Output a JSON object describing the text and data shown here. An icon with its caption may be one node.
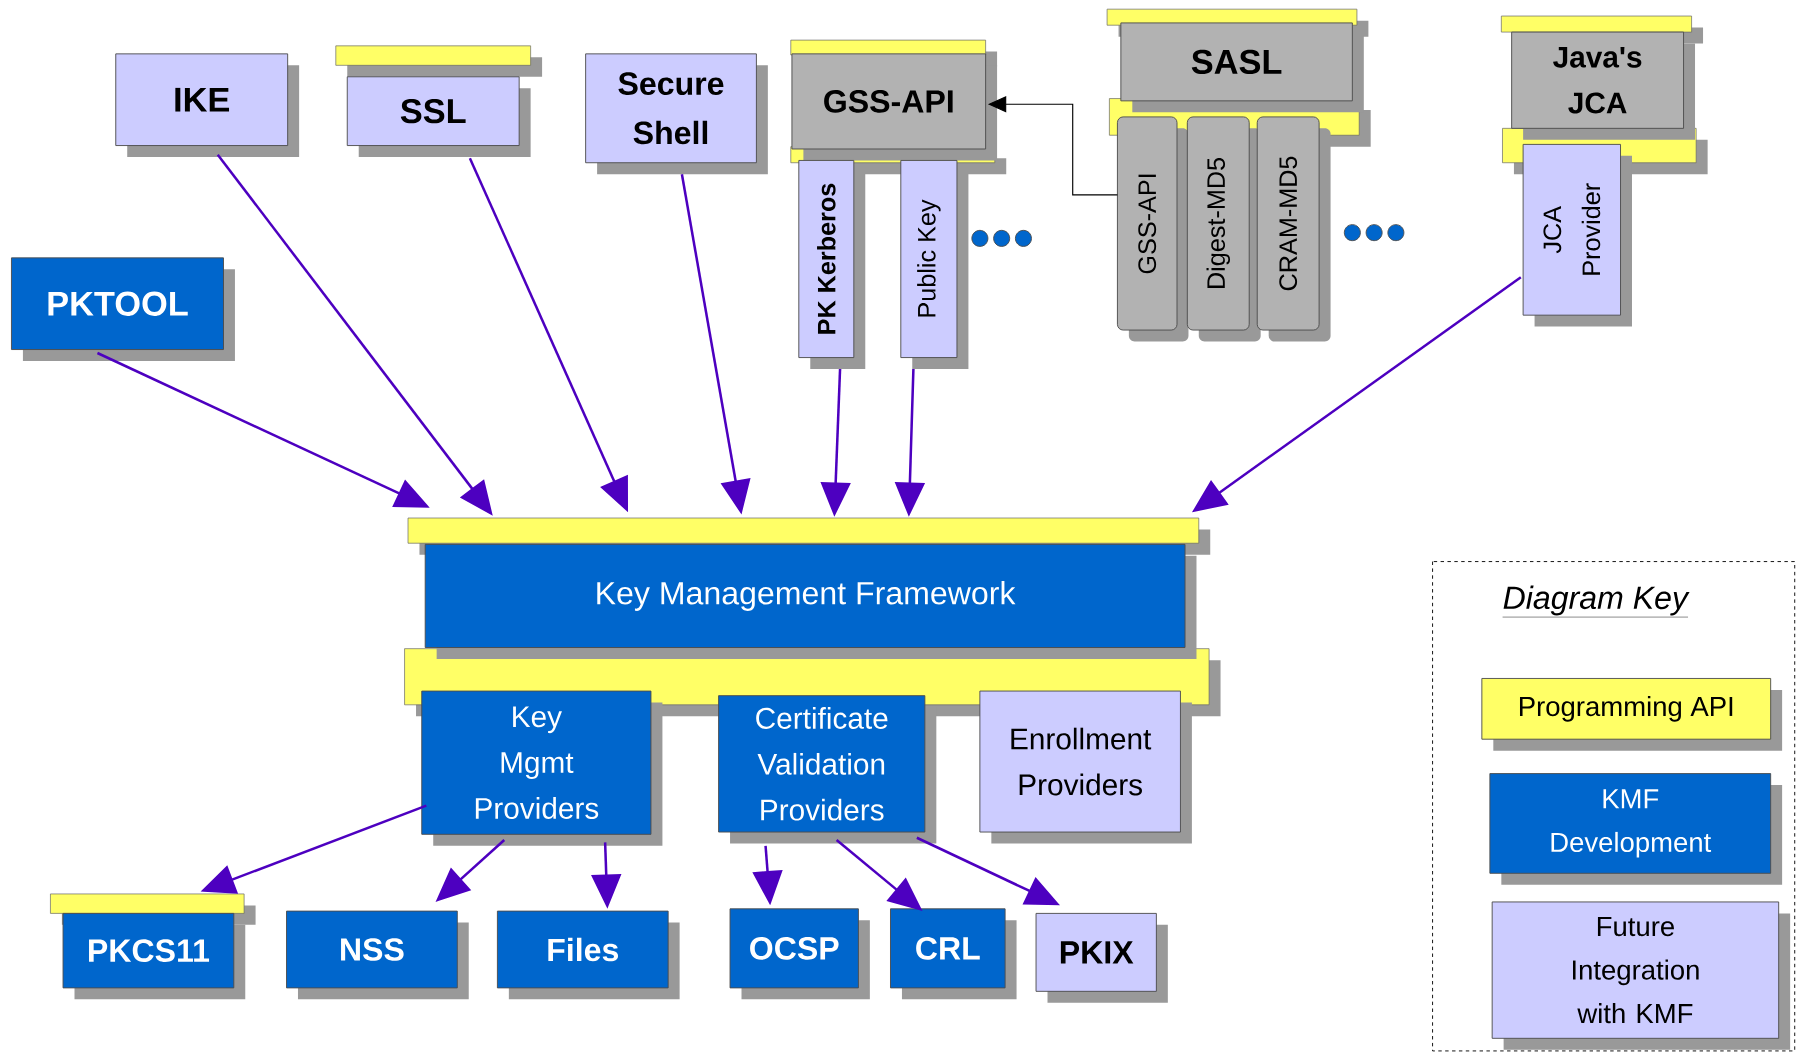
{
  "diagram": {
    "nodes": [
      {
        "text": [
          "IKE"
        ]
      },
      {
        "text": [
          "SSL"
        ]
      },
      {
        "text": [
          "Secure Shell"
        ]
      },
      {
        "text": [
          "GSS-API"
        ]
      },
      {
        "text": [
          "PK Kerberos"
        ]
      },
      {
        "text": [
          "Public Key"
        ]
      },
      {
        "text": [
          "SASL"
        ]
      },
      {
        "text": [
          "GSS-API"
        ]
      },
      {
        "text": [
          "Digest-MD5"
        ]
      },
      {
        "text": [
          "CRAM-MD5"
        ]
      },
      {
        "text": [
          "Java's JCA"
        ]
      },
      {
        "text": [
          "JCA Provider"
        ]
      },
      {
        "text": [
          "PKTOOL"
        ]
      },
      {
        "text": [
          "Key Management Framework"
        ]
      },
      {
        "text": [
          "Key Mgmt Providers"
        ]
      },
      {
        "text": [
          "Certificate Validation Providers"
        ]
      },
      {
        "text": [
          "Enrollment Providers"
        ]
      },
      {
        "text": [
          "PKCS11"
        ]
      },
      {
        "text": [
          "NSS"
        ]
      },
      {
        "text": [
          "Files"
        ]
      },
      {
        "text": [
          "OCSP"
        ]
      },
      {
        "text": [
          "CRL"
        ]
      },
      {
        "text": [
          "PKIX"
        ]
      }
    ],
    "edges": [
      {
        "from": 0,
        "to": 13,
        "arrow": "to"
      },
      {
        "from": 1,
        "to": 13,
        "arrow": "to"
      },
      {
        "from": 2,
        "to": 13,
        "arrow": "to"
      },
      {
        "from": 4,
        "to": 13,
        "arrow": "to"
      },
      {
        "from": 5,
        "to": 13,
        "arrow": "to"
      },
      {
        "from": 7,
        "to": 3,
        "arrow": "to",
        "color": "#000000"
      },
      {
        "from": 11,
        "to": 13,
        "arrow": "to"
      },
      {
        "from": 12,
        "to": 13,
        "arrow": "to"
      },
      {
        "from": 14,
        "to": 17,
        "arrow": "to"
      },
      {
        "from": 14,
        "to": 18,
        "arrow": "to"
      },
      {
        "from": 14,
        "to": 19,
        "arrow": "to"
      },
      {
        "from": 15,
        "to": 20,
        "arrow": "to"
      },
      {
        "from": 15,
        "to": 21,
        "arrow": "to"
      },
      {
        "from": 15,
        "to": 22,
        "arrow": "to"
      }
    ],
    "labels": [
      "Diagram Key"
    ],
    "legend": [
      {
        "text": "Programming API",
        "color": "#ffff66"
      },
      {
        "text": "KMF Development",
        "color": "#0066cc"
      },
      {
        "text": "Future Integration with KMF",
        "color": "#ccccff"
      }
    ]
  }
}
